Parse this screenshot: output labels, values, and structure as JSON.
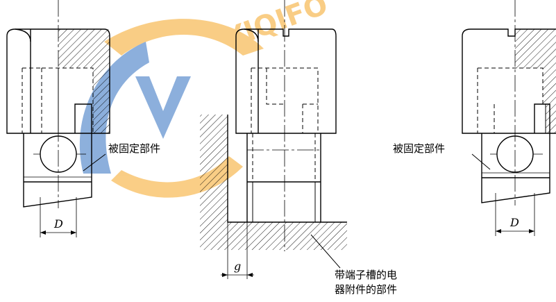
{
  "watermark": {
    "text": "YIQIFO",
    "colors": [
      "#2f6fc0",
      "#f5a623"
    ]
  },
  "left_view": {
    "label": "被固定部件",
    "dimension": "D"
  },
  "middle_view": {
    "dimension": "g",
    "label_line1": "带端子槽的电",
    "label_line2": "器附件的部件"
  },
  "right_view": {
    "label": "被固定部件",
    "dimension": "D"
  }
}
